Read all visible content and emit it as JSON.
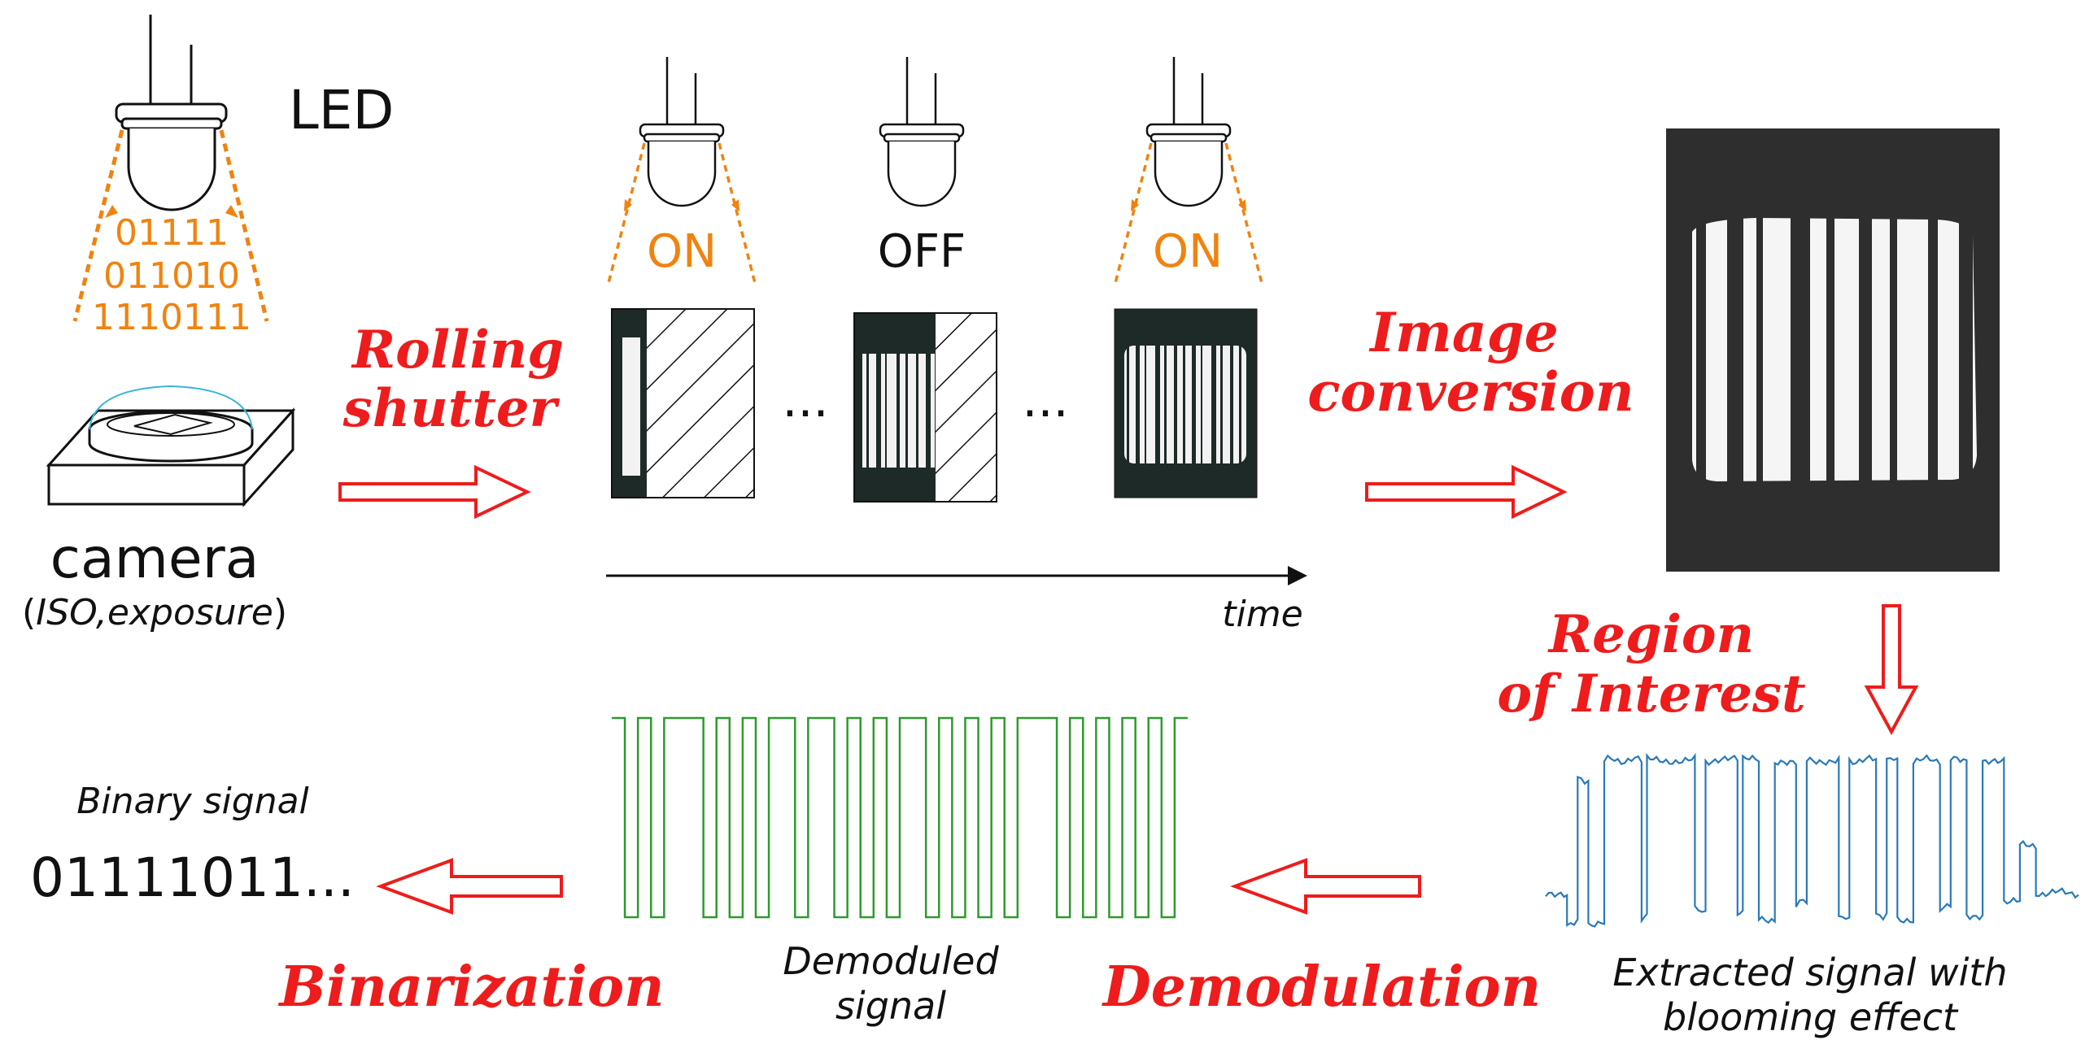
{
  "labels": {
    "led": "LED",
    "bits_line1": "01111",
    "bits_line2": "011010",
    "bits_line3": "1110111",
    "camera": "camera",
    "camera_params_open": "(",
    "camera_params": "ISO,exposure",
    "camera_params_close": ")",
    "state_1": "ON",
    "state_2": "OFF",
    "state_3": "ON",
    "ellipsis_1": "...",
    "ellipsis_2": "...",
    "time": "time",
    "binary_signal_title": "Binary signal",
    "binary_output": "01111011...",
    "demoduled_line1": "Demoduled",
    "demoduled_line2": "signal",
    "extracted_line1": "Extracted signal with",
    "extracted_line2": "blooming effect"
  },
  "steps": {
    "rolling_line1": "Rolling",
    "rolling_line2": "shutter",
    "image_line1": "Image",
    "image_line2": "conversion",
    "roi_line1": "Region",
    "roi_line2": "of Interest",
    "demodulation": "Demodulation",
    "binarization": "Binarization"
  },
  "colors": {
    "step_text": "#ee1c1c",
    "led_light": "#f0830f",
    "demodulated_signal": "#2e9a2e",
    "extracted_signal": "#2a79b8",
    "arrow_outline": "#ee1c1c"
  },
  "signals": {
    "demodulated_bits": [
      1,
      0,
      1,
      0,
      1,
      1,
      1,
      0,
      1,
      0,
      1,
      0,
      1,
      1,
      0,
      1,
      1,
      0,
      1,
      0,
      1,
      0,
      1,
      1,
      0,
      1,
      0,
      1,
      0,
      1,
      0,
      1,
      1,
      1,
      0,
      1,
      0,
      1,
      0,
      1,
      0,
      1,
      0,
      1
    ]
  }
}
